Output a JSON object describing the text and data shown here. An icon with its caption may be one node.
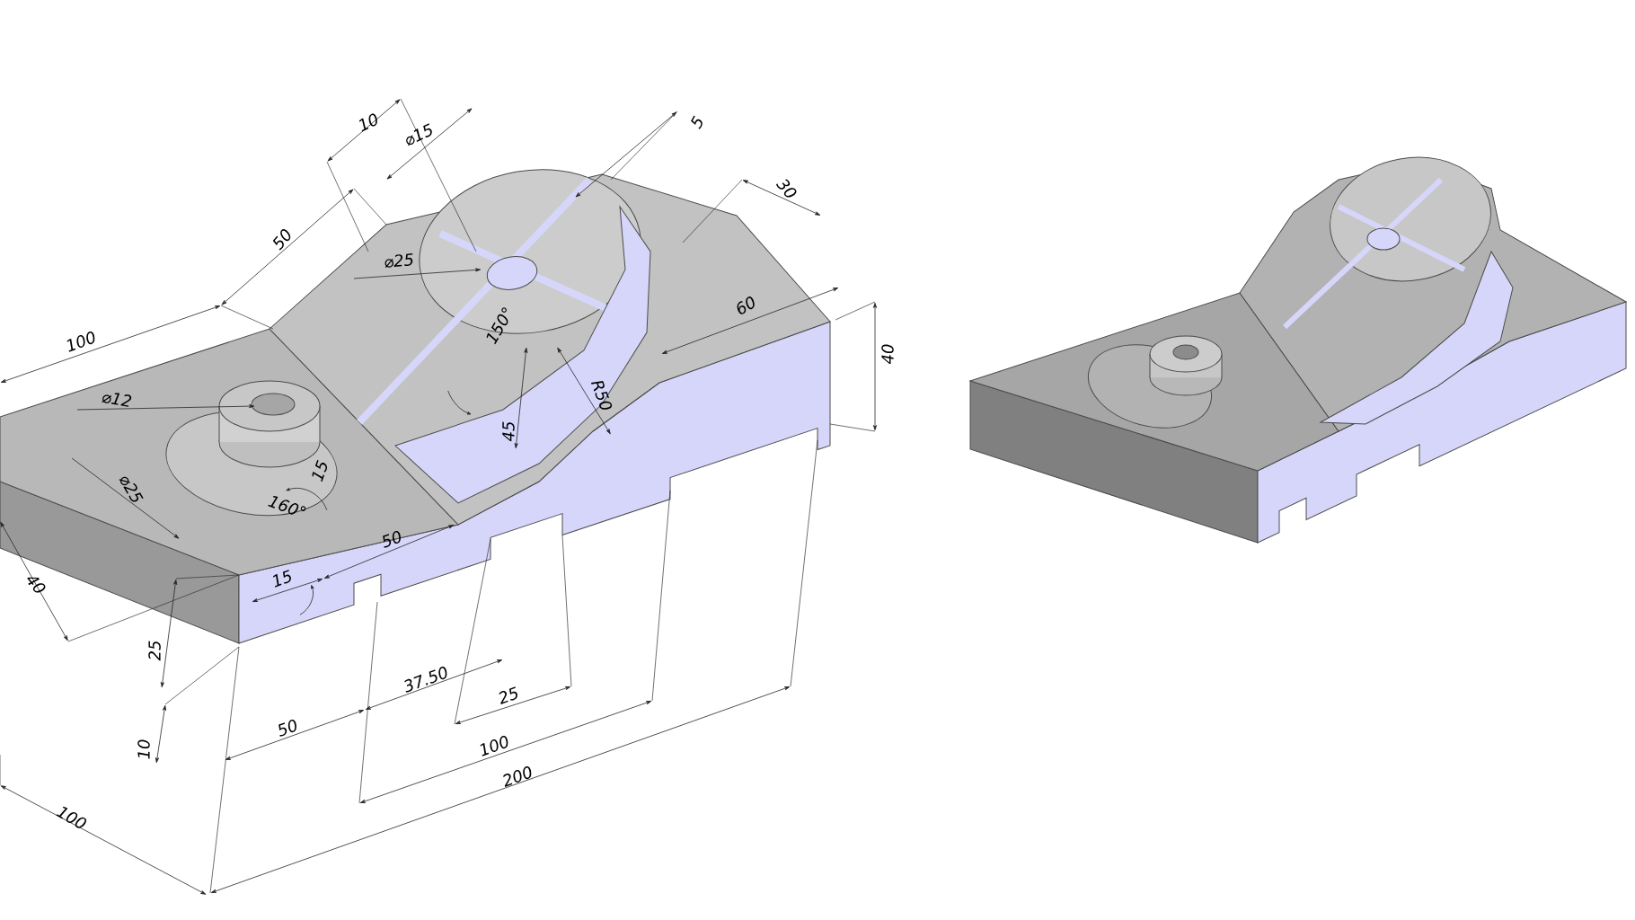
{
  "diagram": {
    "labels": [
      "10",
      "⌀15",
      "5",
      "30",
      "50",
      "⌀25",
      "100",
      "150°",
      "60",
      "40",
      "⌀12",
      "R50",
      "45",
      "⌀25",
      "15",
      "160°",
      "50",
      "40",
      "15",
      "25",
      "37.50",
      "10",
      "25",
      "50",
      "100",
      "200",
      "100"
    ]
  }
}
